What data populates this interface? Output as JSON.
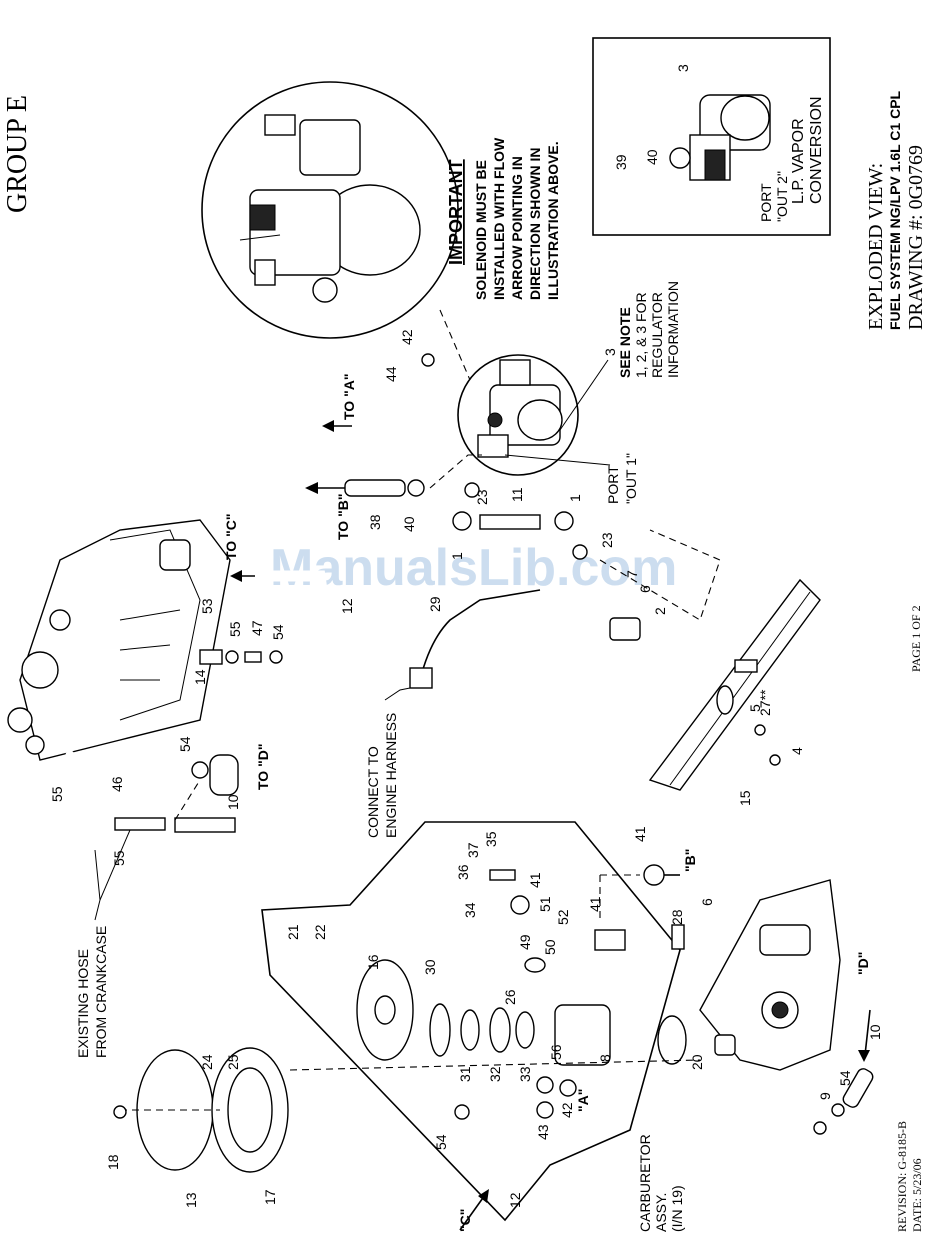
{
  "page": {
    "group_title": "GROUP E",
    "view_title": "EXPLODED VIEW:",
    "view_subtitle": "FUEL SYSTEM NG/LPV 1.6L C1 CPL",
    "drawing_number": "DRAWING #: 0G0769",
    "page_indicator": "PAGE 1 OF 2",
    "revision": "REVISION: G-8185-B",
    "date": "DATE: 5/23/06",
    "watermark": "ManualsLib.com"
  },
  "notes": {
    "important_title": "IMPORTANT",
    "important_lines": [
      "SOLENOID MUST BE",
      "INSTALLED WITH FLOW",
      "ARROW POINTING IN",
      "DIRECTION SHOWN IN",
      "ILLUSTRATION ABOVE."
    ],
    "see_note_lines": [
      "SEE NOTE",
      "1, 2, & 3 FOR",
      "REGULATOR",
      "INFORMATION"
    ],
    "lp_vapor_lines": [
      "L.P. VAPOR",
      "CONVERSION"
    ],
    "port_out1_lines": [
      "PORT",
      "\"OUT 1\""
    ],
    "port_out2_lines": [
      "PORT",
      "\"OUT 2\""
    ],
    "connect_lines": [
      "CONNECT TO",
      "ENGINE HARNESS"
    ],
    "existing_hose_lines": [
      "EXISTING HOSE",
      "FROM CRANKCASE"
    ],
    "carb_lines": [
      "CARBURETOR",
      "ASSY.",
      "(I/N 19)"
    ]
  },
  "arrows": {
    "to_a": "TO \"A\"",
    "to_b": "TO \"B\"",
    "to_c": "TO \"C\"",
    "to_d": "TO \"D\"",
    "a": "\"A\"",
    "b": "\"B\"",
    "c": "\"C\"",
    "d": "\"D\""
  },
  "callouts": [
    "1",
    "1",
    "2",
    "3",
    "3",
    "4",
    "5",
    "6",
    "6",
    "7",
    "8",
    "9",
    "10",
    "10",
    "11",
    "12",
    "12",
    "13",
    "14",
    "15",
    "16",
    "17",
    "18",
    "20",
    "21",
    "22",
    "23",
    "23",
    "24",
    "25",
    "26",
    "27**",
    "28",
    "29",
    "30",
    "31",
    "32",
    "33",
    "34",
    "35",
    "36",
    "37",
    "38",
    "39",
    "40",
    "40",
    "41",
    "41",
    "41",
    "42",
    "42",
    "43",
    "44",
    "46",
    "47",
    "49",
    "50",
    "51",
    "52",
    "53",
    "54",
    "54",
    "54",
    "54",
    "55",
    "55",
    "55",
    "56"
  ]
}
